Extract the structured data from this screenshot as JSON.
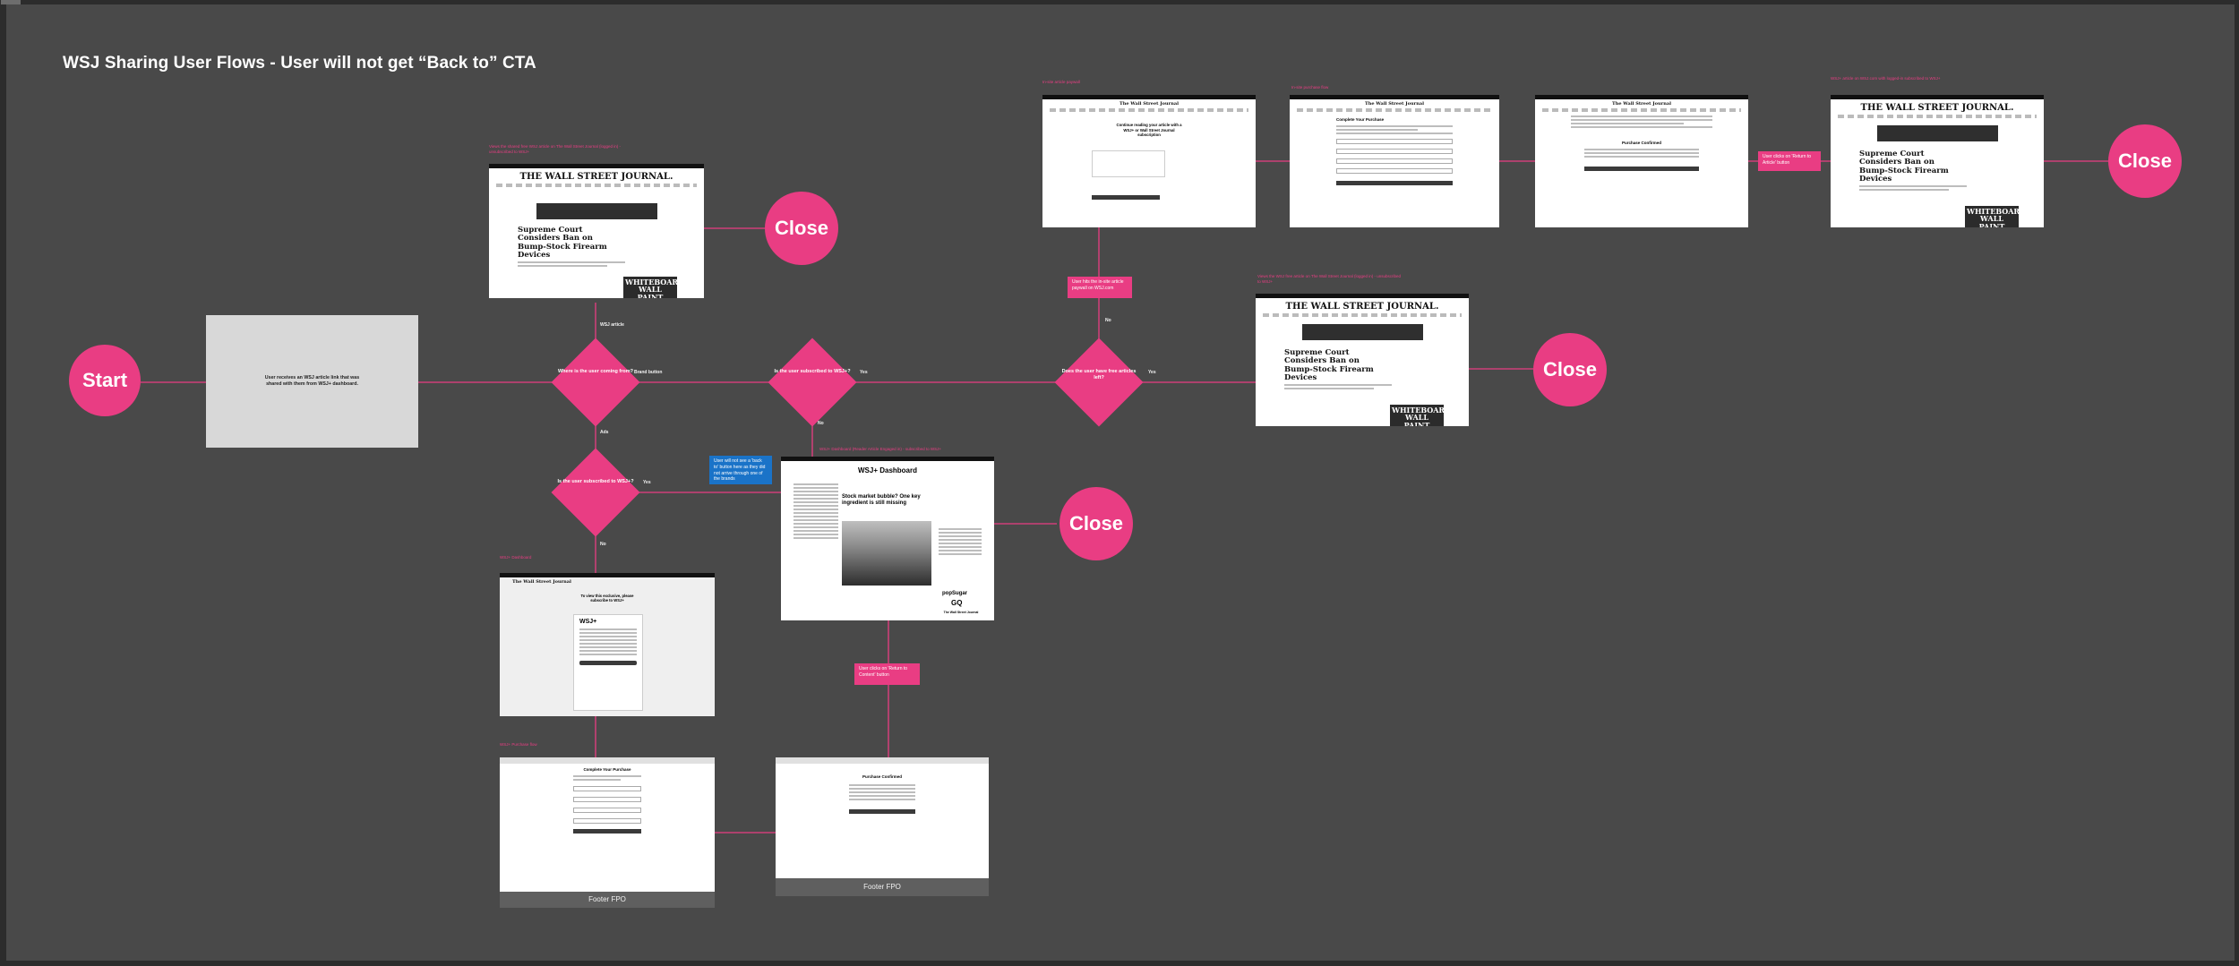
{
  "title": "WSJ Sharing User Flows - User will not get “Back to” CTA",
  "colors": {
    "accent": "#e93d83",
    "canvas": "#494949",
    "note_blue": "#1a73c8"
  },
  "nodes": {
    "start": "Start",
    "close": "Close",
    "receive_text": "User receives an WSJ article link that was shared with them from WSJ+ dashboard.",
    "d_where": "Where is the user coming from?",
    "d_subscribed_top": "Is the user subscribed to WSJ+?",
    "d_free": "Does the user have free articles left?",
    "d_subscribed_bottom": "Is the user subscribed to WSJ+?",
    "note_blue": "User will not see a 'back to' button here as they did not arrive through one of the brands",
    "note_login": "User hits the in-site article paywall on WSJ.com",
    "note_return_dash": "User clicks on 'Return to Content' button",
    "note_return_article": "User clicks on 'Return to Article' button"
  },
  "edge_labels": {
    "wsj_article": "WSJ article",
    "brand_button": "Brand button",
    "ads": "Ads",
    "yes": "Yes",
    "no": "No"
  },
  "captions": {
    "art_top": "Views the shared free WSJ article on The Wall Street Journal (logged in) - unsubscribed to WSJ+",
    "paywall": "In-site article paywall",
    "purchase": "In-site purchase flow",
    "confirm": "",
    "final_article": "WSJ+ article on WSJ.com with logged-in subscribed to WSJ+",
    "free_article": "Views the WSJ free article on The Wall Street Journal (logged in) - unsubscribed to WSJ+",
    "dashboard": "WSJ+ Dashboard (Reader Article Engaged in) - subscribed to WSJ+",
    "wsj_dash": "WSJ+ Dashboard",
    "purchase_flow": "WSJ+ Purchase flow"
  },
  "screens": {
    "masthead": "THE WALL STREET JOURNAL.",
    "masthead_small": "The Wall Street Journal",
    "headline": "Supreme Court Considers Ban on Bump-Stock Firearm Devices",
    "whiteboard": "WHITEBOARD WALL PAINT",
    "continue": "Continue reading your article with a WSJ+ or Wall Street Journal subscription",
    "complete_purchase": "Complete Your Purchase",
    "dashboard_title": "WSJ+ Dashboard",
    "dash_headline": "Stock market bubble? One key ingredient is still missing",
    "wsj_plus": "WSJ+",
    "purchase_confirmed": "Purchase Confirmed",
    "footer": "Footer FPO",
    "brand1": "popSugar",
    "brand2": "GQ",
    "brand3": "The Wall Street Journal",
    "dashboard_prompt": "To view this exclusive, please subscribe to WSJ+"
  }
}
